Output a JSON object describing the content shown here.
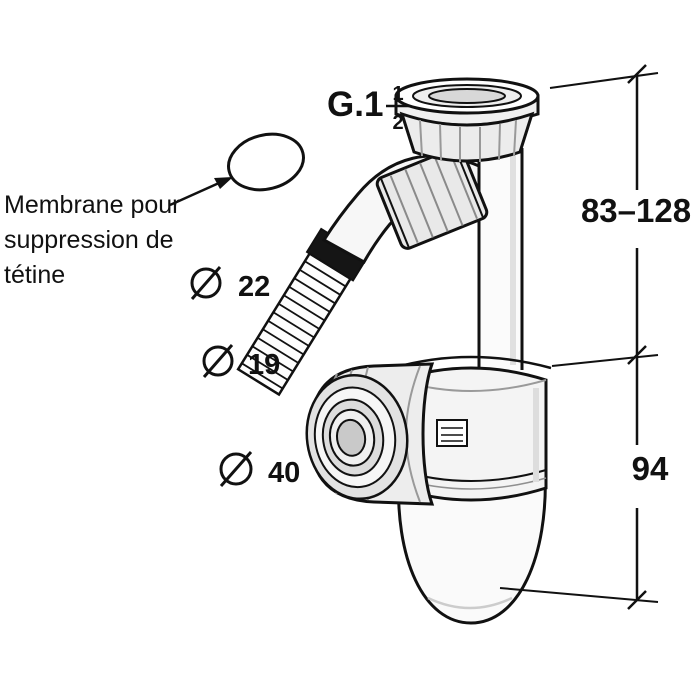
{
  "colors": {
    "line": "#111111",
    "background": "#ffffff",
    "hose_band": "#151515"
  },
  "thread_label": {
    "prefix": "G.1",
    "fraction_numerator": "1",
    "fraction_denominator": "2"
  },
  "membrane_note": {
    "line1": "Membrane pour",
    "line2": "suppression de",
    "line3": "tétine"
  },
  "diameters": [
    {
      "symbol": "⌀",
      "value": "22"
    },
    {
      "symbol": "⌀",
      "value": "19"
    },
    {
      "symbol": "⌀",
      "value": "40"
    }
  ],
  "dimensions": {
    "height_range": "83–128",
    "trap_height": "94"
  }
}
